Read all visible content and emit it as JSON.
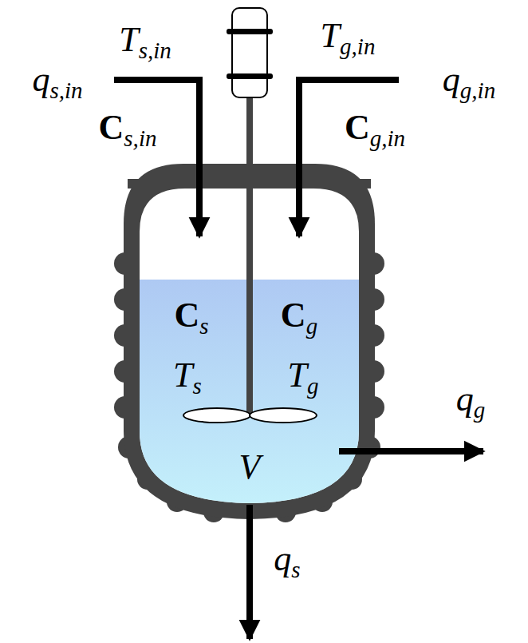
{
  "diagram": {
    "nodes": [
      {
        "text": [
          "Cs",
          "Cg",
          "Ts",
          "Tg",
          "V"
        ]
      }
    ],
    "labels": [
      "qs,in",
      "Ts,in",
      "Cs,in",
      "Tg,in",
      "qg,in",
      "Cg,in",
      "qg",
      "qs"
    ]
  }
}
